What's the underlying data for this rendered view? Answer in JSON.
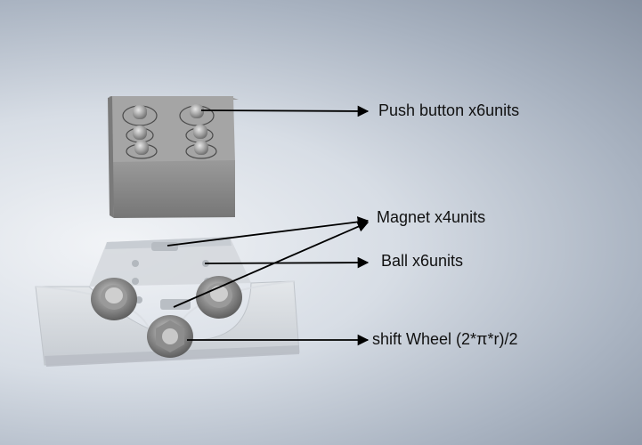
{
  "labels": {
    "push_button": "Push button x6units",
    "magnet": "Magnet x4units",
    "ball": "Ball x6units",
    "shift_wheel": "shift Wheel (2*π*r)/2"
  },
  "colors": {
    "arrow": "#000000",
    "part_dark": "#6b6b6b",
    "part_mid": "#8a8a8a",
    "part_light": "#bcbcbc",
    "base_translucent": "#cfd3d8"
  }
}
